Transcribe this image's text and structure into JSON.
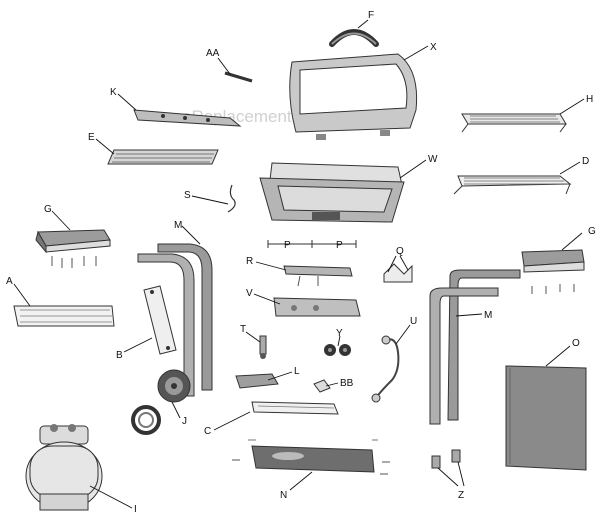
{
  "watermark": "eReplacementParts.com",
  "labels": {
    "F": "F",
    "X": "X",
    "AA": "AA",
    "K": "K",
    "H": "H",
    "E": "E",
    "W": "W",
    "D": "D",
    "S": "S",
    "G_left": "G",
    "G_right": "G",
    "M_left": "M",
    "M_right": "M",
    "P_left": "P",
    "P_right": "P",
    "Q": "Q",
    "R": "R",
    "A": "A",
    "V": "V",
    "U": "U",
    "T": "T",
    "Y": "Y",
    "O": "O",
    "B": "B",
    "L": "L",
    "BB": "BB",
    "J": "J",
    "C": "C",
    "I": "I",
    "N": "N",
    "Z": "Z"
  }
}
